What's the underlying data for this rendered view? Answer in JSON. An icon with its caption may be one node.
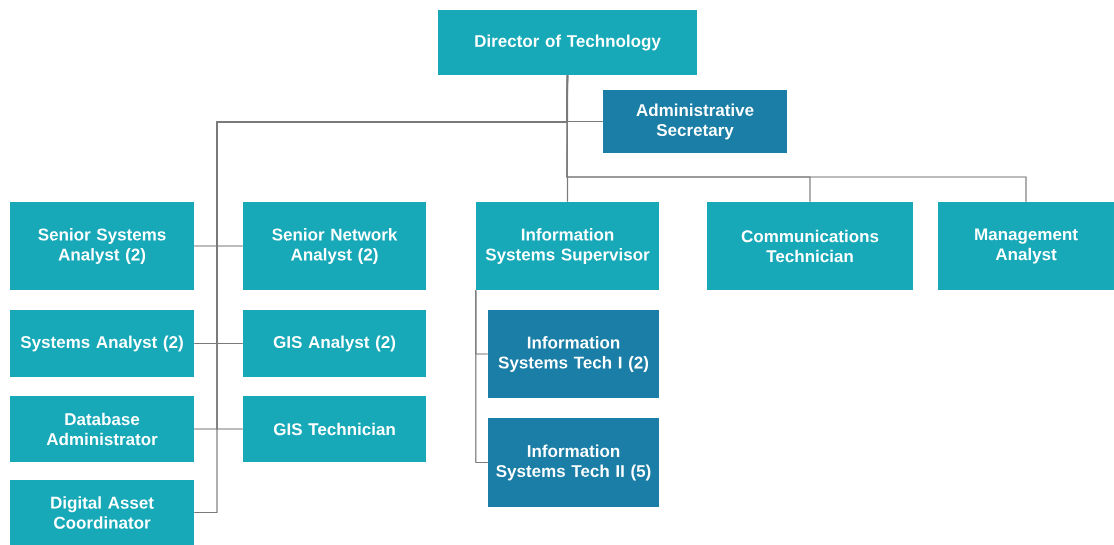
{
  "diagram": {
    "nodes": [
      {
        "text": [
          "Director of Technology"
        ]
      },
      {
        "text": [
          "Administrative Secretary"
        ]
      },
      {
        "text": [
          "Senior Systems Analyst (2)"
        ]
      },
      {
        "text": [
          "Senior Network Analyst (2)"
        ]
      },
      {
        "text": [
          "Information Systems Supervisor"
        ]
      },
      {
        "text": [
          "Communications Technician"
        ]
      },
      {
        "text": [
          "Management Analyst"
        ]
      },
      {
        "text": [
          "Systems Analyst (2)"
        ]
      },
      {
        "text": [
          "GIS Analyst (2)"
        ]
      },
      {
        "text": [
          "Information Systems Tech I (2)"
        ]
      },
      {
        "text": [
          "Database Administrator"
        ]
      },
      {
        "text": [
          "GIS Technician"
        ]
      },
      {
        "text": [
          "Information Systems Tech II (5)"
        ]
      },
      {
        "text": [
          "Digital Asset Coordinator"
        ]
      }
    ],
    "edges": [
      {
        "from": 0,
        "to": 1,
        "arrow": "none"
      },
      {
        "from": 0,
        "to": 2,
        "arrow": "none"
      },
      {
        "from": 0,
        "to": 3,
        "arrow": "none"
      },
      {
        "from": 0,
        "to": 4,
        "arrow": "none"
      },
      {
        "from": 0,
        "to": 5,
        "arrow": "none"
      },
      {
        "from": 0,
        "to": 6,
        "arrow": "none"
      },
      {
        "from": 0,
        "to": 7,
        "arrow": "none"
      },
      {
        "from": 0,
        "to": 8,
        "arrow": "none"
      },
      {
        "from": 4,
        "to": 9,
        "arrow": "none"
      },
      {
        "from": 0,
        "to": 10,
        "arrow": "none"
      },
      {
        "from": 0,
        "to": 11,
        "arrow": "none"
      },
      {
        "from": 4,
        "to": 12,
        "arrow": "none"
      },
      {
        "from": 0,
        "to": 13,
        "arrow": "none"
      }
    ]
  }
}
